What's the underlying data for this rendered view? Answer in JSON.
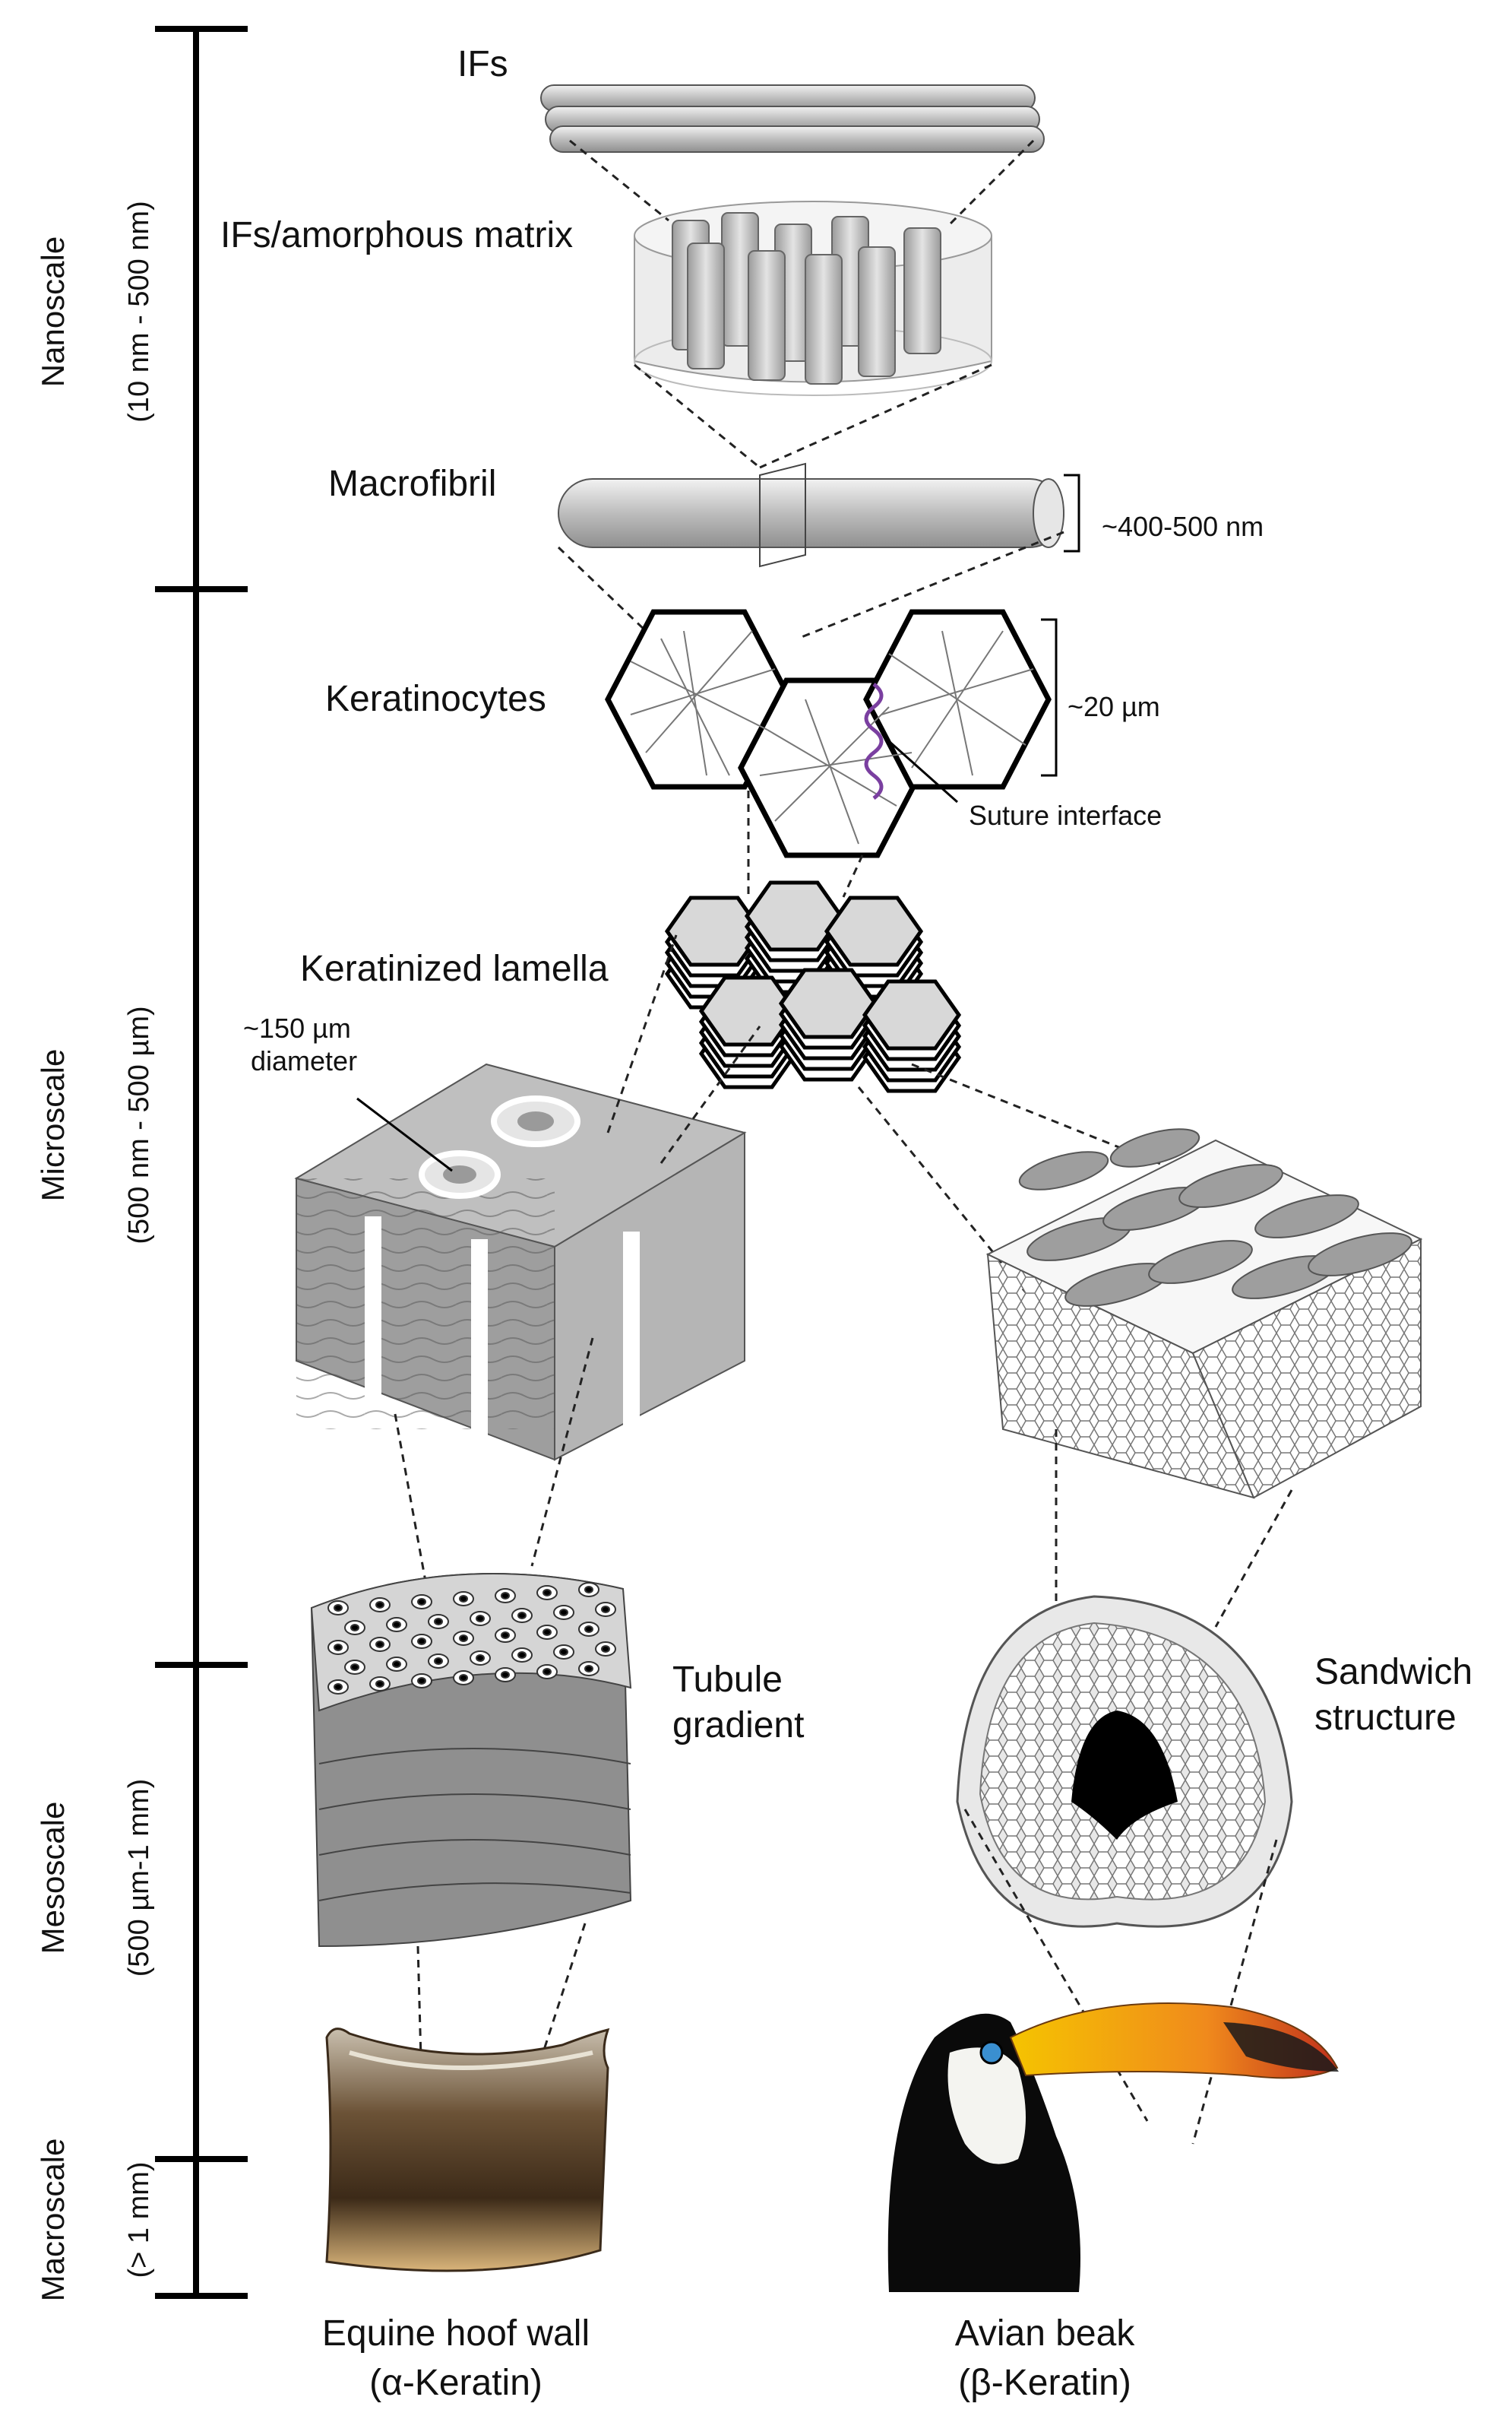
{
  "scales": {
    "nano": {
      "name": "Nanoscale",
      "range": "(10 nm - 500 nm)"
    },
    "micro": {
      "name": "Microscale",
      "range": "(500 nm - 500 µm)"
    },
    "meso": {
      "name": "Mesoscale",
      "range": "(500 µm-1 mm)"
    },
    "macro": {
      "name": "Macroscale",
      "range": "(> 1 mm)"
    }
  },
  "labels": {
    "ifs": "IFs",
    "ifs_matrix": "IFs/amorphous matrix",
    "macrofibril": "Macrofibril",
    "macrofibril_size": "~400-500 nm",
    "keratinocytes": "Keratinocytes",
    "keratinocyte_size": "~20 µm",
    "suture": "Suture interface",
    "lamella": "Keratinized lamella",
    "tubule_size_line1": "~150 µm",
    "tubule_size_line2": "diameter",
    "tubule_gradient_line1": "Tubule",
    "tubule_gradient_line2": "gradient",
    "sandwich_line1": "Sandwich",
    "sandwich_line2": "structure"
  },
  "examples": {
    "hoof_title": "Equine hoof wall",
    "hoof_keratin": "(α-Keratin)",
    "beak_title": "Avian beak",
    "beak_keratin": "(β-Keratin)"
  },
  "colors": {
    "line": "#000000",
    "fiber_gray": "#cfcfcf",
    "hex_fill": "#d8d8d8",
    "suture_purple": "#7a3fa0",
    "beak_orange": "#f0a020",
    "hoof_brown": "#8a6a40"
  }
}
